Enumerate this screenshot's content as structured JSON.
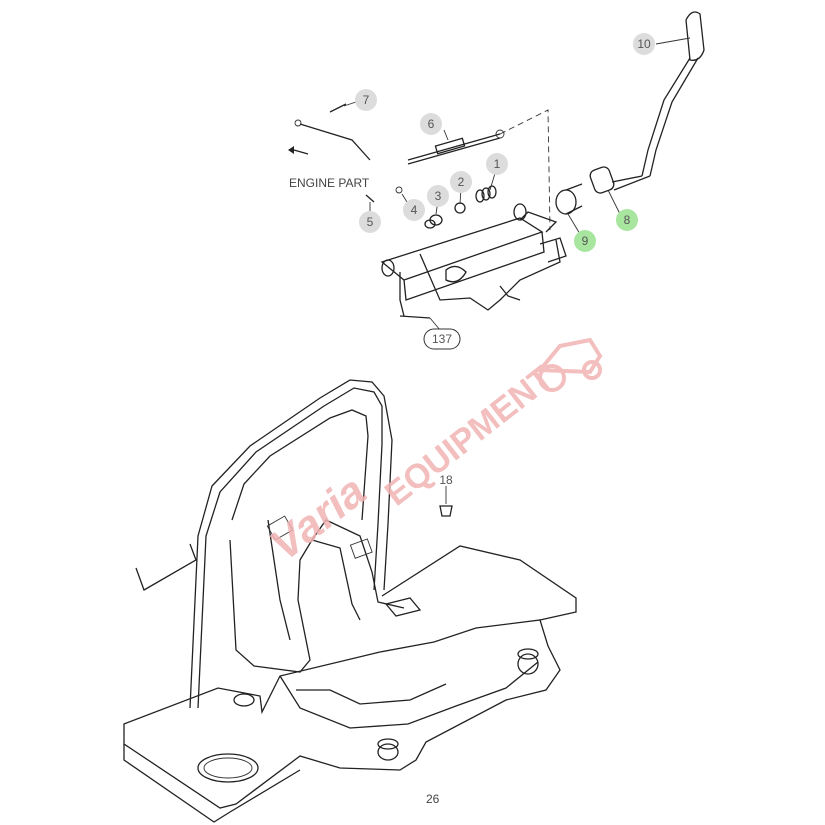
{
  "colors": {
    "callout_gray": "#dcdcdc",
    "callout_green": "#a8e6a0",
    "watermark": "#f2b3b3"
  },
  "callouts": {
    "c1": "1",
    "c2": "2",
    "c3": "3",
    "c4": "4",
    "c5": "5",
    "c6": "6",
    "c7": "7",
    "c8": "8",
    "c9": "9",
    "c10": "10",
    "c18": "18",
    "c137": "137"
  },
  "labels": {
    "engine_part": "ENGINE PART",
    "page_number": "26"
  },
  "watermark": {
    "script": "Varia",
    "word": "EQUIPMENT"
  }
}
